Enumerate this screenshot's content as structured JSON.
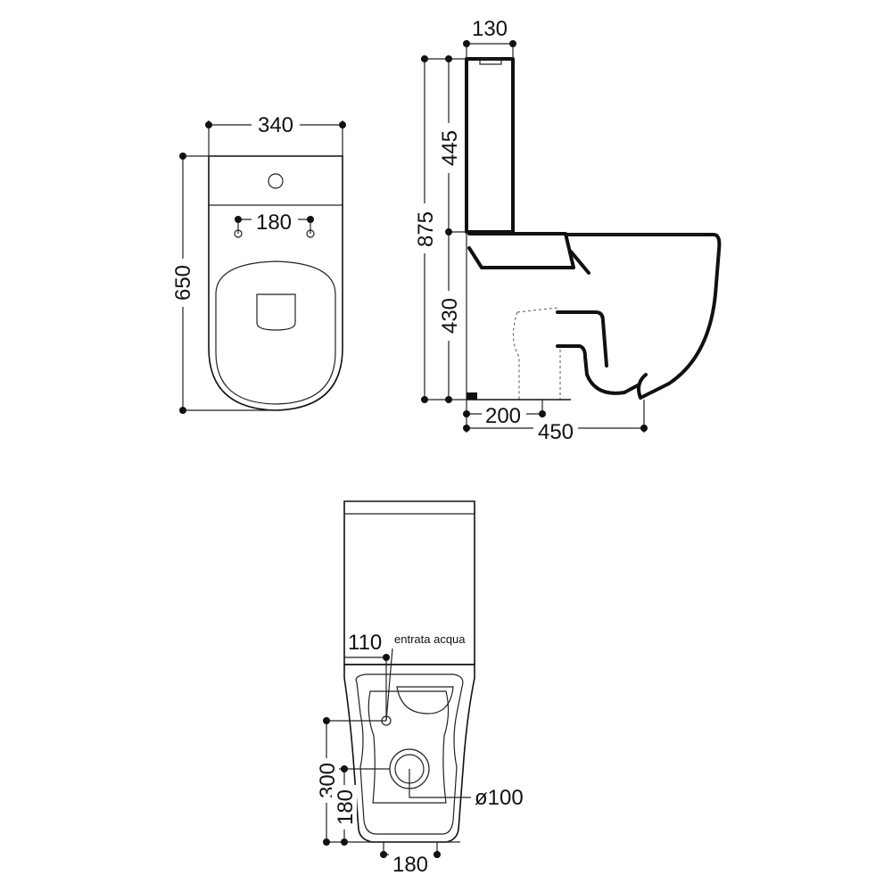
{
  "top_view": {
    "width": "340",
    "depth": "650",
    "fixing_distance": "180"
  },
  "side_view": {
    "cistern_depth": "130",
    "cistern_height": "445",
    "total_height": "875",
    "bowl_height": "430",
    "outlet_distance": "200",
    "total_length": "450"
  },
  "bottom_view": {
    "water_inlet_offset": "110",
    "water_inlet_label": "entrata acqua",
    "height_300": "300",
    "height_180": "180",
    "drain_diameter": "ø100",
    "base_width": "180"
  }
}
